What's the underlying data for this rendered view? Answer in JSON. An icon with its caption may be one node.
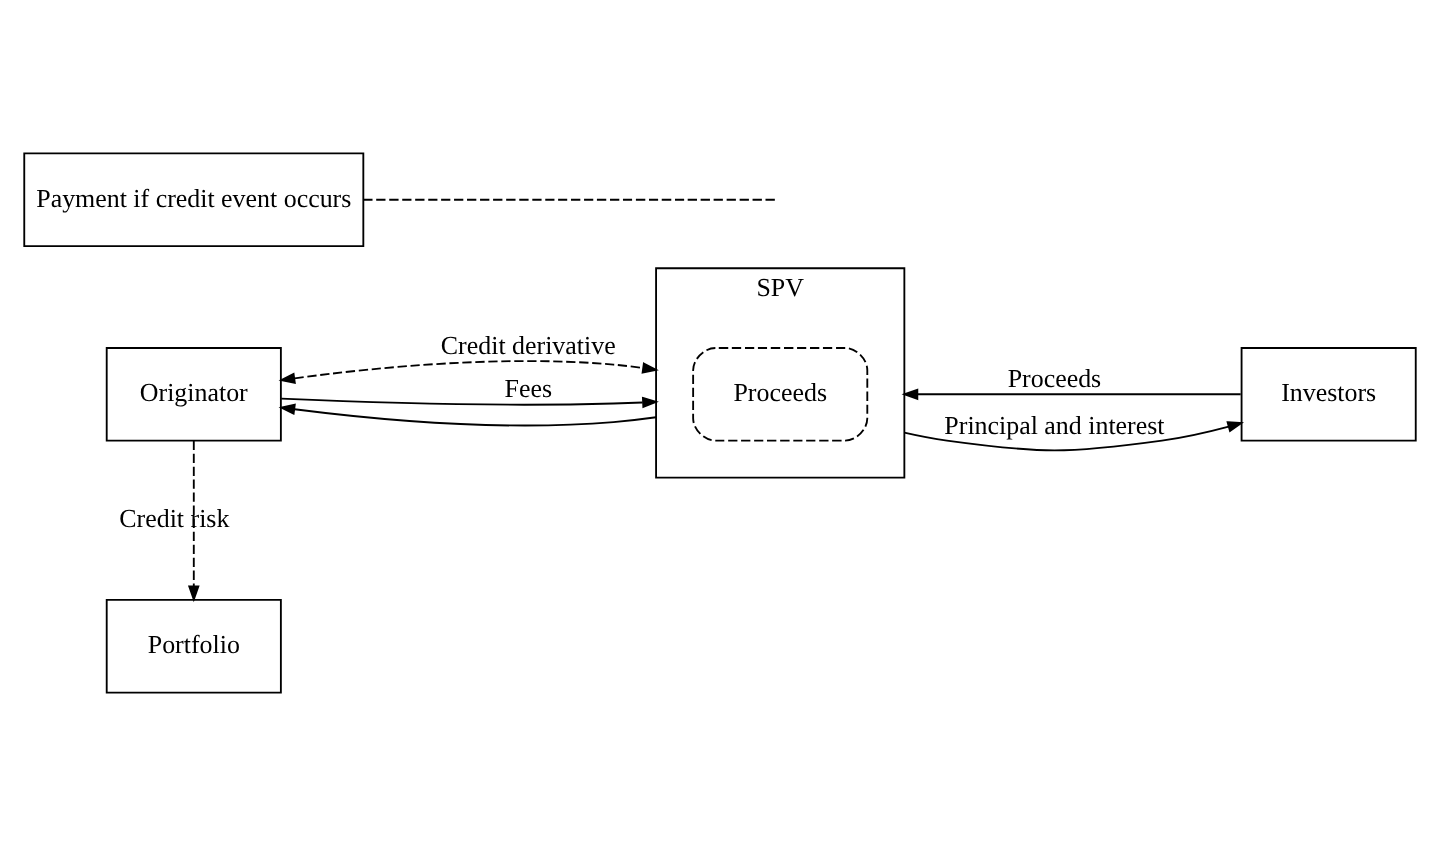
{
  "diagram": {
    "nodes": [
      {
        "text": [
          "Originator"
        ]
      },
      {
        "text": [
          "SPV"
        ]
      },
      {
        "text": [
          "Proceeds"
        ],
        "in": 1
      },
      {
        "text": [
          "Investors"
        ]
      },
      {
        "text": [
          "Portfolio"
        ]
      },
      {
        "text": [
          "Payment if credit event occurs"
        ]
      }
    ],
    "edges": [
      {
        "from": 0,
        "to": 1,
        "arrow": "both",
        "label": "Credit derivative",
        "style": "dashed"
      },
      {
        "from": 0,
        "to": 1,
        "arrow": "to",
        "label": "Fees"
      },
      {
        "from": 1,
        "to": 0,
        "arrow": "to"
      },
      {
        "from": 3,
        "to": 1,
        "arrow": "to",
        "label": "Proceeds"
      },
      {
        "from": 1,
        "to": 3,
        "arrow": "to",
        "label": "Principal and interest"
      },
      {
        "from": 0,
        "to": 4,
        "arrow": "to",
        "label": "Credit risk",
        "style": "dashed"
      },
      {
        "from": 5,
        "to": null,
        "arrow": "none",
        "style": "dashed"
      }
    ]
  }
}
